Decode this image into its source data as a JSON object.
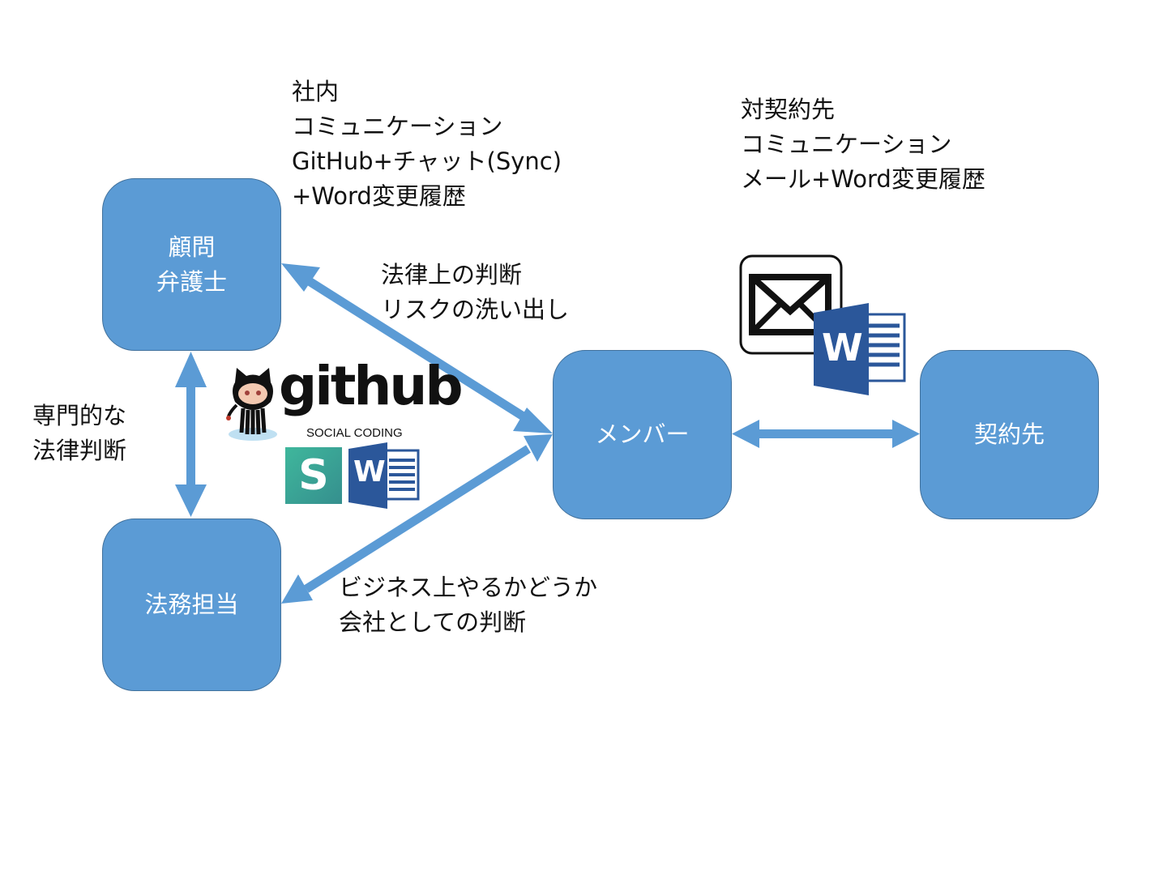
{
  "colors": {
    "node_fill": "#5b9bd5",
    "node_border": "#41719c",
    "arrow": "#5b9bd5",
    "word_blue": "#2b579a",
    "sync_teal": "#3aa795"
  },
  "nodes": {
    "advisor_lawyer": "顧問\n弁護士",
    "legal_staff": "法務担当",
    "member": "メンバー",
    "counterparty": "契約先"
  },
  "labels": {
    "internal_comm": "社内\nコミュニケーション\nGitHub+チャット(Sync)\n+Word変更履歴",
    "external_comm": "対契約先\nコミュニケーション\nメール+Word変更履歴",
    "legal_judgment": "法律上の判断\nリスクの洗い出し",
    "expert_judgment": "専門的な\n法律判断",
    "business_judgment": "ビジネス上やるかどうか\n会社としての判断"
  },
  "icons": {
    "github_wordmark": "github",
    "github_tagline": "SOCIAL CODING",
    "word_letter": "W",
    "sync_letter": "S"
  },
  "edges": [
    {
      "from": "advisor_lawyer",
      "to": "legal_staff",
      "direction": "both"
    },
    {
      "from": "advisor_lawyer",
      "to": "member",
      "direction": "both"
    },
    {
      "from": "legal_staff",
      "to": "member",
      "direction": "both"
    },
    {
      "from": "member",
      "to": "counterparty",
      "direction": "both"
    }
  ]
}
